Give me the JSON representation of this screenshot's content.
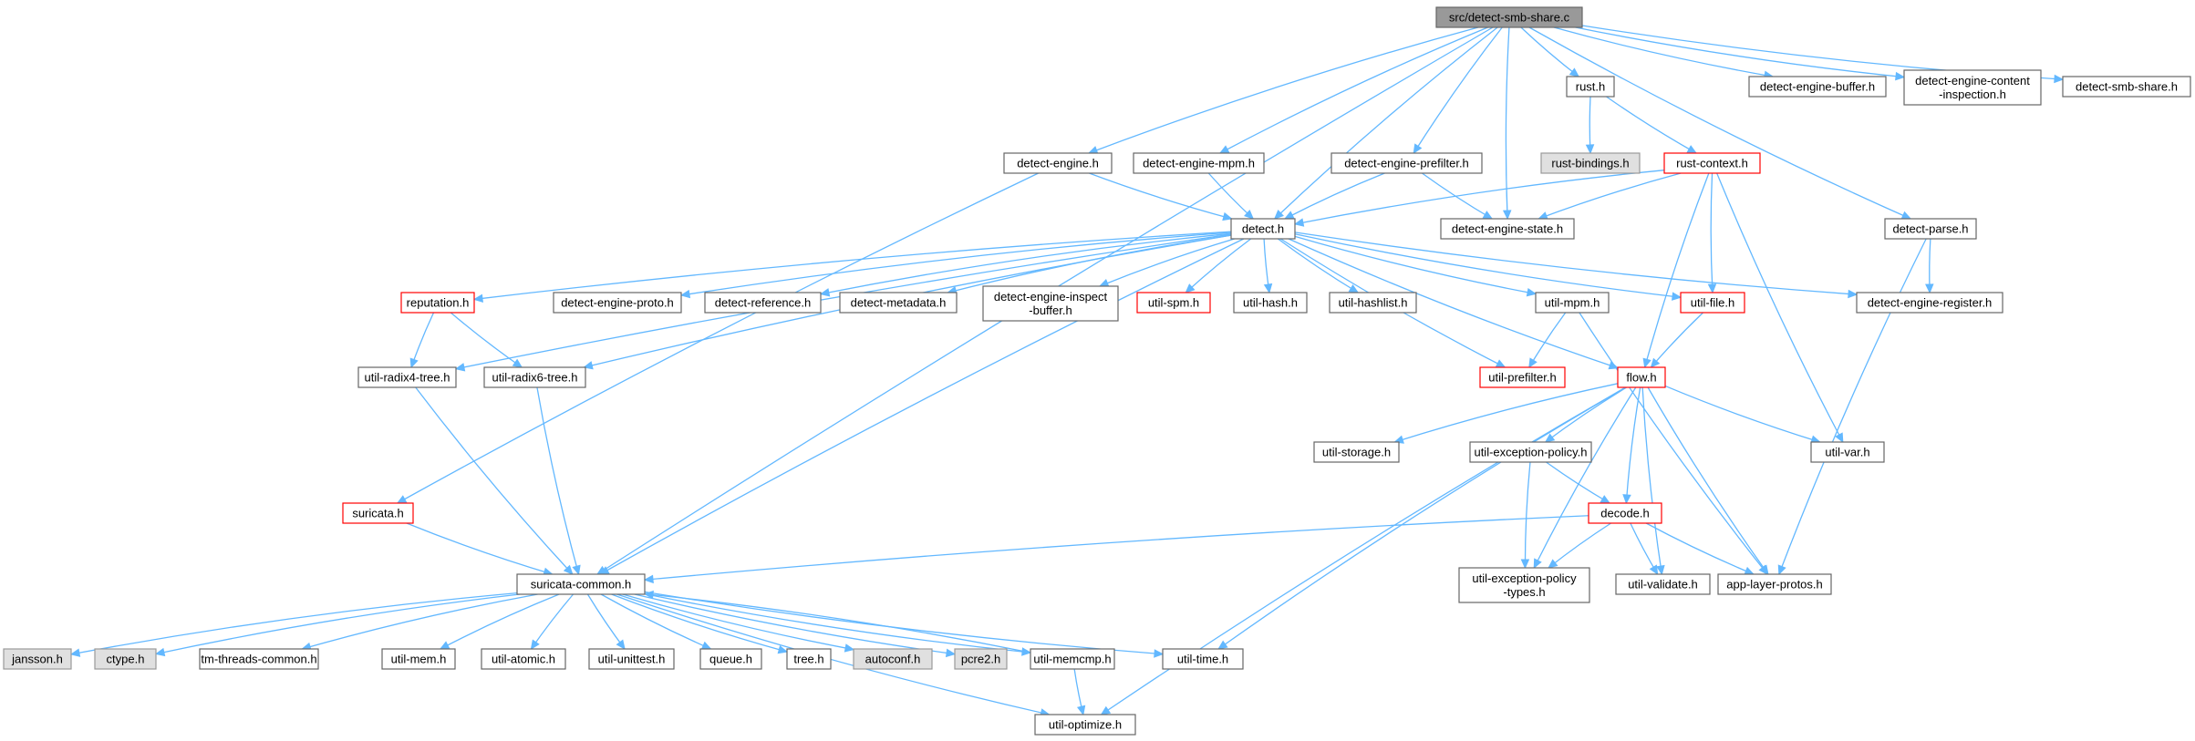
{
  "diagram": {
    "type": "include-dependency-graph",
    "root": "src/detect-smb-share.c",
    "colors": {
      "edge": "#63b8ff",
      "root_fill": "#999999",
      "normal_border": "#666666",
      "truncated_border": "#ff0000",
      "external_fill": "#e0e0e0",
      "external_border": "#999999"
    },
    "nodes": [
      {
        "id": "root",
        "label": "src/detect-smb-share.c",
        "kind": "root"
      },
      {
        "id": "rust",
        "label": "rust.h",
        "kind": "normal"
      },
      {
        "id": "debuf",
        "label": "detect-engine-buffer.h",
        "kind": "normal"
      },
      {
        "id": "decontent",
        "label": [
          "detect-engine-content",
          "-inspection.h"
        ],
        "kind": "normal"
      },
      {
        "id": "dsmb",
        "label": "detect-smb-share.h",
        "kind": "normal"
      },
      {
        "id": "deng",
        "label": "detect-engine.h",
        "kind": "normal"
      },
      {
        "id": "dmpm",
        "label": "detect-engine-mpm.h",
        "kind": "normal"
      },
      {
        "id": "dpre",
        "label": "detect-engine-prefilter.h",
        "kind": "normal"
      },
      {
        "id": "rbind",
        "label": "rust-bindings.h",
        "kind": "external"
      },
      {
        "id": "rctx",
        "label": "rust-context.h",
        "kind": "truncated"
      },
      {
        "id": "detect",
        "label": "detect.h",
        "kind": "normal"
      },
      {
        "id": "dstate",
        "label": "detect-engine-state.h",
        "kind": "normal"
      },
      {
        "id": "dparse",
        "label": "detect-parse.h",
        "kind": "normal"
      },
      {
        "id": "rep",
        "label": "reputation.h",
        "kind": "truncated"
      },
      {
        "id": "dproto",
        "label": "detect-engine-proto.h",
        "kind": "normal"
      },
      {
        "id": "dref",
        "label": "detect-reference.h",
        "kind": "normal"
      },
      {
        "id": "dmeta",
        "label": "detect-metadata.h",
        "kind": "normal"
      },
      {
        "id": "dinsp",
        "label": [
          "detect-engine-inspect",
          "-buffer.h"
        ],
        "kind": "normal"
      },
      {
        "id": "uspm",
        "label": "util-spm.h",
        "kind": "truncated"
      },
      {
        "id": "uhash",
        "label": "util-hash.h",
        "kind": "normal"
      },
      {
        "id": "uhashl",
        "label": "util-hashlist.h",
        "kind": "normal"
      },
      {
        "id": "umpm",
        "label": "util-mpm.h",
        "kind": "normal"
      },
      {
        "id": "ufile",
        "label": "util-file.h",
        "kind": "truncated"
      },
      {
        "id": "dreg",
        "label": "detect-engine-register.h",
        "kind": "normal"
      },
      {
        "id": "r4",
        "label": "util-radix4-tree.h",
        "kind": "normal"
      },
      {
        "id": "r6",
        "label": "util-radix6-tree.h",
        "kind": "normal"
      },
      {
        "id": "upref",
        "label": "util-prefilter.h",
        "kind": "truncated"
      },
      {
        "id": "flow",
        "label": "flow.h",
        "kind": "truncated"
      },
      {
        "id": "ustor",
        "label": "util-storage.h",
        "kind": "normal"
      },
      {
        "id": "uexc",
        "label": "util-exception-policy.h",
        "kind": "normal"
      },
      {
        "id": "uvar",
        "label": "util-var.h",
        "kind": "normal"
      },
      {
        "id": "suri",
        "label": "suricata.h",
        "kind": "truncated"
      },
      {
        "id": "decode",
        "label": "decode.h",
        "kind": "truncated"
      },
      {
        "id": "scomm",
        "label": "suricata-common.h",
        "kind": "normal"
      },
      {
        "id": "uexct",
        "label": [
          "util-exception-policy",
          "-types.h"
        ],
        "kind": "normal"
      },
      {
        "id": "uval",
        "label": "util-validate.h",
        "kind": "normal"
      },
      {
        "id": "alp",
        "label": "app-layer-protos.h",
        "kind": "normal"
      },
      {
        "id": "jans",
        "label": "jansson.h",
        "kind": "external"
      },
      {
        "id": "ctype",
        "label": "ctype.h",
        "kind": "external"
      },
      {
        "id": "tmth",
        "label": "tm-threads-common.h",
        "kind": "normal"
      },
      {
        "id": "umem",
        "label": "util-mem.h",
        "kind": "normal"
      },
      {
        "id": "uatom",
        "label": "util-atomic.h",
        "kind": "normal"
      },
      {
        "id": "uunit",
        "label": "util-unittest.h",
        "kind": "normal"
      },
      {
        "id": "queue",
        "label": "queue.h",
        "kind": "normal"
      },
      {
        "id": "tree",
        "label": "tree.h",
        "kind": "normal"
      },
      {
        "id": "autoc",
        "label": "autoconf.h",
        "kind": "external"
      },
      {
        "id": "pcre2",
        "label": "pcre2.h",
        "kind": "external"
      },
      {
        "id": "umemc",
        "label": "util-memcmp.h",
        "kind": "normal"
      },
      {
        "id": "utime",
        "label": "util-time.h",
        "kind": "normal"
      },
      {
        "id": "uopt",
        "label": "util-optimize.h",
        "kind": "normal"
      }
    ],
    "edges": [
      [
        "root",
        "rust"
      ],
      [
        "root",
        "debuf"
      ],
      [
        "root",
        "decontent"
      ],
      [
        "root",
        "dsmb"
      ],
      [
        "root",
        "deng"
      ],
      [
        "root",
        "dmpm"
      ],
      [
        "root",
        "dpre"
      ],
      [
        "root",
        "detect"
      ],
      [
        "root",
        "dstate"
      ],
      [
        "root",
        "dparse"
      ],
      [
        "root",
        "scomm"
      ],
      [
        "rust",
        "rbind"
      ],
      [
        "rust",
        "rctx"
      ],
      [
        "rctx",
        "detect"
      ],
      [
        "rctx",
        "dstate"
      ],
      [
        "rctx",
        "ufile"
      ],
      [
        "rctx",
        "flow"
      ],
      [
        "rctx",
        "uvar"
      ],
      [
        "deng",
        "detect"
      ],
      [
        "deng",
        "suri"
      ],
      [
        "dmpm",
        "detect"
      ],
      [
        "dpre",
        "detect"
      ],
      [
        "dpre",
        "dstate"
      ],
      [
        "dparse",
        "dreg"
      ],
      [
        "dparse",
        "alp"
      ],
      [
        "detect",
        "rep"
      ],
      [
        "detect",
        "dproto"
      ],
      [
        "detect",
        "dref"
      ],
      [
        "detect",
        "dmeta"
      ],
      [
        "detect",
        "dinsp"
      ],
      [
        "detect",
        "uspm"
      ],
      [
        "detect",
        "uhash"
      ],
      [
        "detect",
        "uhashl"
      ],
      [
        "detect",
        "umpm"
      ],
      [
        "detect",
        "ufile"
      ],
      [
        "detect",
        "dreg"
      ],
      [
        "detect",
        "r4"
      ],
      [
        "detect",
        "r6"
      ],
      [
        "detect",
        "upref"
      ],
      [
        "detect",
        "flow"
      ],
      [
        "detect",
        "scomm"
      ],
      [
        "rep",
        "r4"
      ],
      [
        "rep",
        "r6"
      ],
      [
        "r4",
        "scomm"
      ],
      [
        "r6",
        "scomm"
      ],
      [
        "umpm",
        "upref"
      ],
      [
        "umpm",
        "alp"
      ],
      [
        "ufile",
        "flow"
      ],
      [
        "flow",
        "ustor"
      ],
      [
        "flow",
        "uexc"
      ],
      [
        "flow",
        "uvar"
      ],
      [
        "flow",
        "decode"
      ],
      [
        "flow",
        "uexct"
      ],
      [
        "flow",
        "uval"
      ],
      [
        "flow",
        "alp"
      ],
      [
        "flow",
        "utime"
      ],
      [
        "flow",
        "uopt"
      ],
      [
        "uexc",
        "decode"
      ],
      [
        "uexc",
        "uexct"
      ],
      [
        "suri",
        "scomm"
      ],
      [
        "decode",
        "scomm"
      ],
      [
        "decode",
        "uexct"
      ],
      [
        "decode",
        "uval"
      ],
      [
        "decode",
        "alp"
      ],
      [
        "scomm",
        "jans"
      ],
      [
        "scomm",
        "ctype"
      ],
      [
        "scomm",
        "tmth"
      ],
      [
        "scomm",
        "umem"
      ],
      [
        "scomm",
        "uatom"
      ],
      [
        "scomm",
        "uunit"
      ],
      [
        "scomm",
        "queue"
      ],
      [
        "scomm",
        "tree"
      ],
      [
        "scomm",
        "autoc"
      ],
      [
        "scomm",
        "pcre2"
      ],
      [
        "scomm",
        "umemc"
      ],
      [
        "scomm",
        "utime"
      ],
      [
        "scomm",
        "uopt"
      ],
      [
        "umemc",
        "scomm"
      ],
      [
        "umemc",
        "uopt"
      ]
    ]
  }
}
